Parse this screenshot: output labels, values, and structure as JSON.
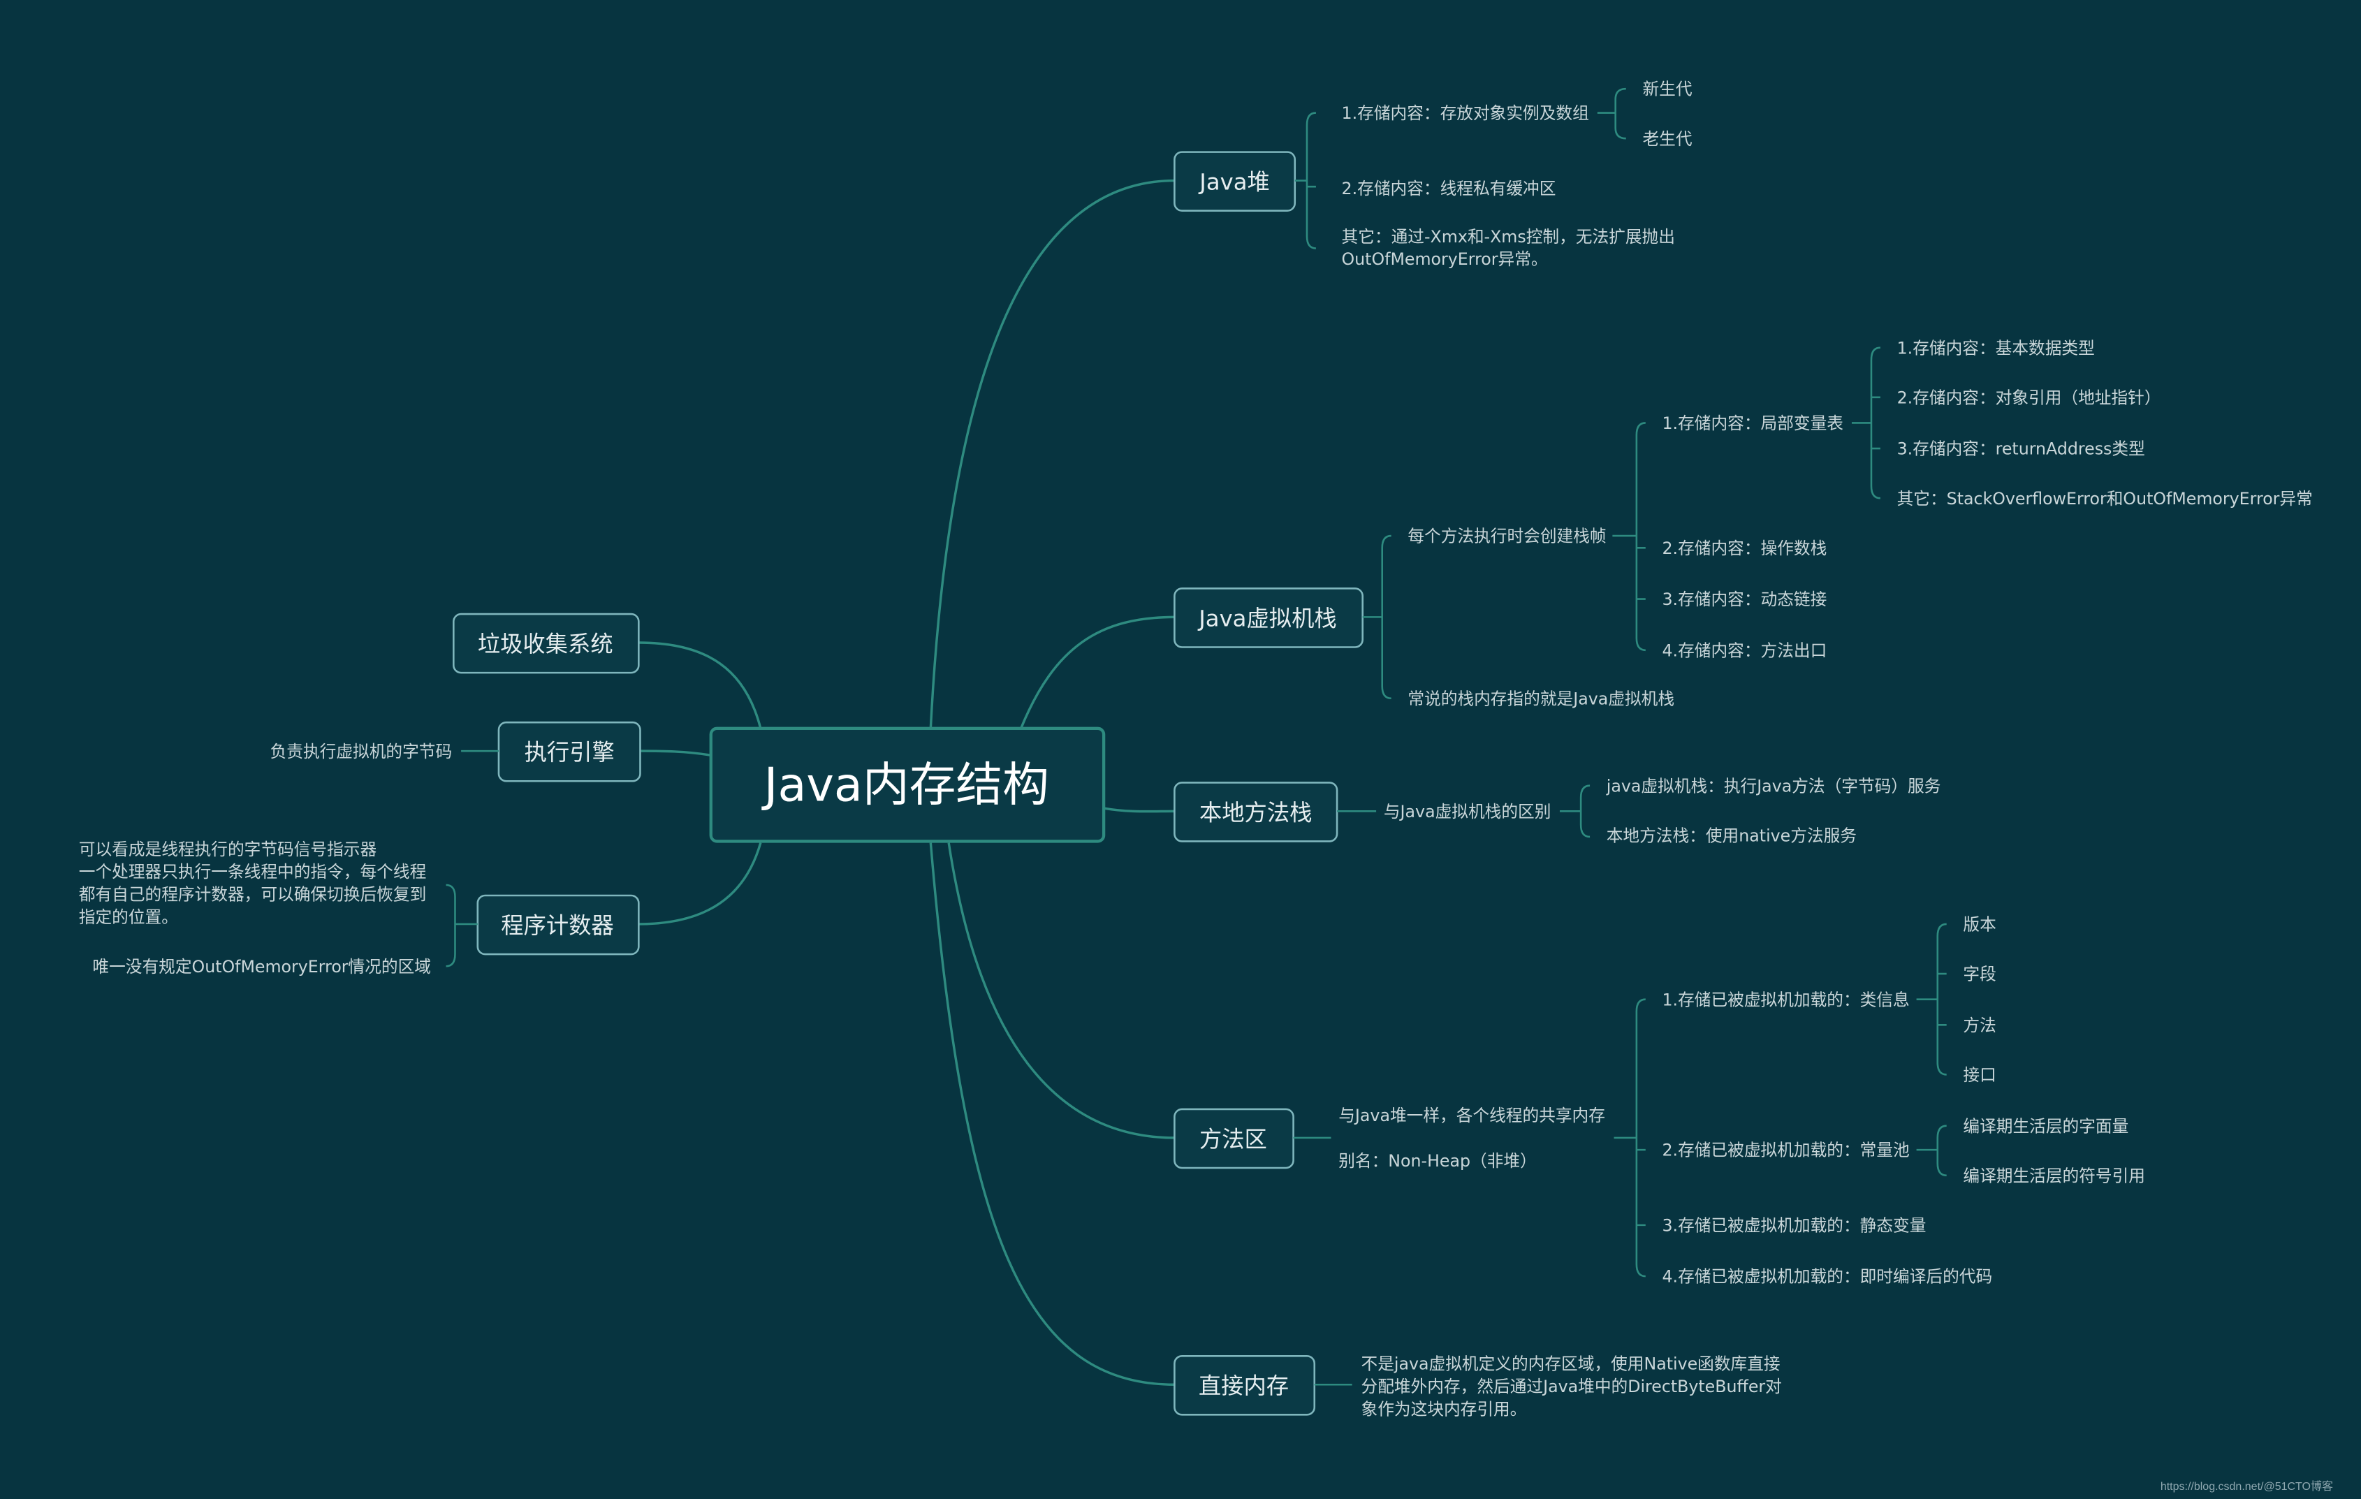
{
  "colors": {
    "background": "#073440",
    "edge": "#2e8b80",
    "node_border": "#7fb6bd",
    "node_fill": "#0a3a46",
    "text": "#e6eef0",
    "small_text": "#c9d6d9"
  },
  "root": {
    "label": "Java内存结构"
  },
  "branches": {
    "heap": {
      "label": "Java堆",
      "item1": "1.存储内容：存放对象实例及数组",
      "young": "新生代",
      "old": "老生代",
      "item2": "2.存储内容：线程私有缓冲区",
      "other_line1": "其它：通过-Xmx和-Xms控制，无法扩展抛出",
      "other_line2": "OutOfMemoryError异常。"
    },
    "vm_stack": {
      "label": "Java虚拟机栈",
      "frame": "每个方法执行时会创建栈帧",
      "item1": "1.存储内容：局部变量表",
      "sub1": "1.存储内容：基本数据类型",
      "sub2": "2.存储内容：对象引用（地址指针）",
      "sub3": "3.存储内容：returnAddress类型",
      "sub_other": "其它：StackOverflowError和OutOfMemoryError异常",
      "item2": "2.存储内容：操作数栈",
      "item3": "3.存储内容：动态链接",
      "item4": "4.存储内容：方法出口",
      "note": "常说的栈内存指的就是Java虚拟机栈"
    },
    "native_stack": {
      "label": "本地方法栈",
      "diff": "与Java虚拟机栈的区别",
      "java": "java虚拟机栈：执行Java方法（字节码）服务",
      "native": "本地方法栈：使用native方法服务"
    },
    "method_area": {
      "label": "方法区",
      "shared": "与Java堆一样，各个线程的共享内存",
      "alias": "别名：Non-Heap（非堆）",
      "item1": "1.存储已被虚拟机加载的：类信息",
      "version": "版本",
      "field": "字段",
      "method": "方法",
      "iface": "接口",
      "item2": "2.存储已被虚拟机加载的：常量池",
      "literal": "编译期生活层的字面量",
      "symref": "编译期生活层的符号引用",
      "item3": "3.存储已被虚拟机加载的：静态变量",
      "item4": "4.存储已被虚拟机加载的：即时编译后的代码"
    },
    "direct_memory": {
      "label": "直接内存",
      "line1": "不是java虚拟机定义的内存区域，使用Native函数库直接",
      "line2": "分配堆外内存，然后通过Java堆中的DirectByteBuffer对",
      "line3": "象作为这块内存引用。"
    },
    "gc": {
      "label": "垃圾收集系统"
    },
    "engine": {
      "label": "执行引擎",
      "desc": "负责执行虚拟机的字节码"
    },
    "pc": {
      "label": "程序计数器",
      "line1": "可以看成是线程执行的字节码信号指示器",
      "line2": "一个处理器只执行一条线程中的指令，每个线程",
      "line3": "都有自己的程序计数器，可以确保切换后恢复到",
      "line4": "指定的位置。",
      "oom": "唯一没有规定OutOfMemoryError情况的区域"
    }
  },
  "watermark": "https://blog.csdn.net/@51CTO博客"
}
